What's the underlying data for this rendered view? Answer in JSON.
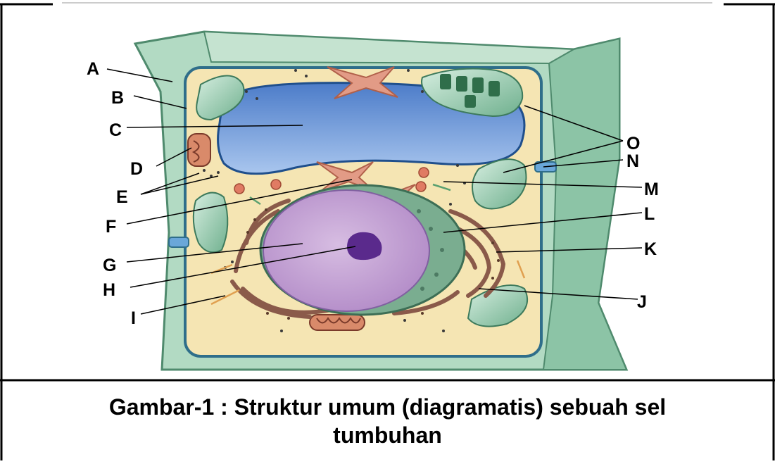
{
  "figure": {
    "caption": "Gambar-1 : Struktur umum (diagramatis) sebuah sel tumbuhan",
    "labels": [
      "A",
      "B",
      "C",
      "D",
      "E",
      "F",
      "G",
      "H",
      "I",
      "J",
      "K",
      "L",
      "M",
      "N",
      "O"
    ]
  },
  "colors": {
    "cell_wall": "#a8d2b8",
    "cell_wall_dark": "#7fb59b",
    "cytoplasm": "#f5e5b3",
    "vacuole": "#5b88d4",
    "nucleus": "#c9a6d8",
    "nucleolus": "#5a2a8c",
    "chloroplast": "#8cc6a4",
    "organelle": "#e07b63"
  }
}
